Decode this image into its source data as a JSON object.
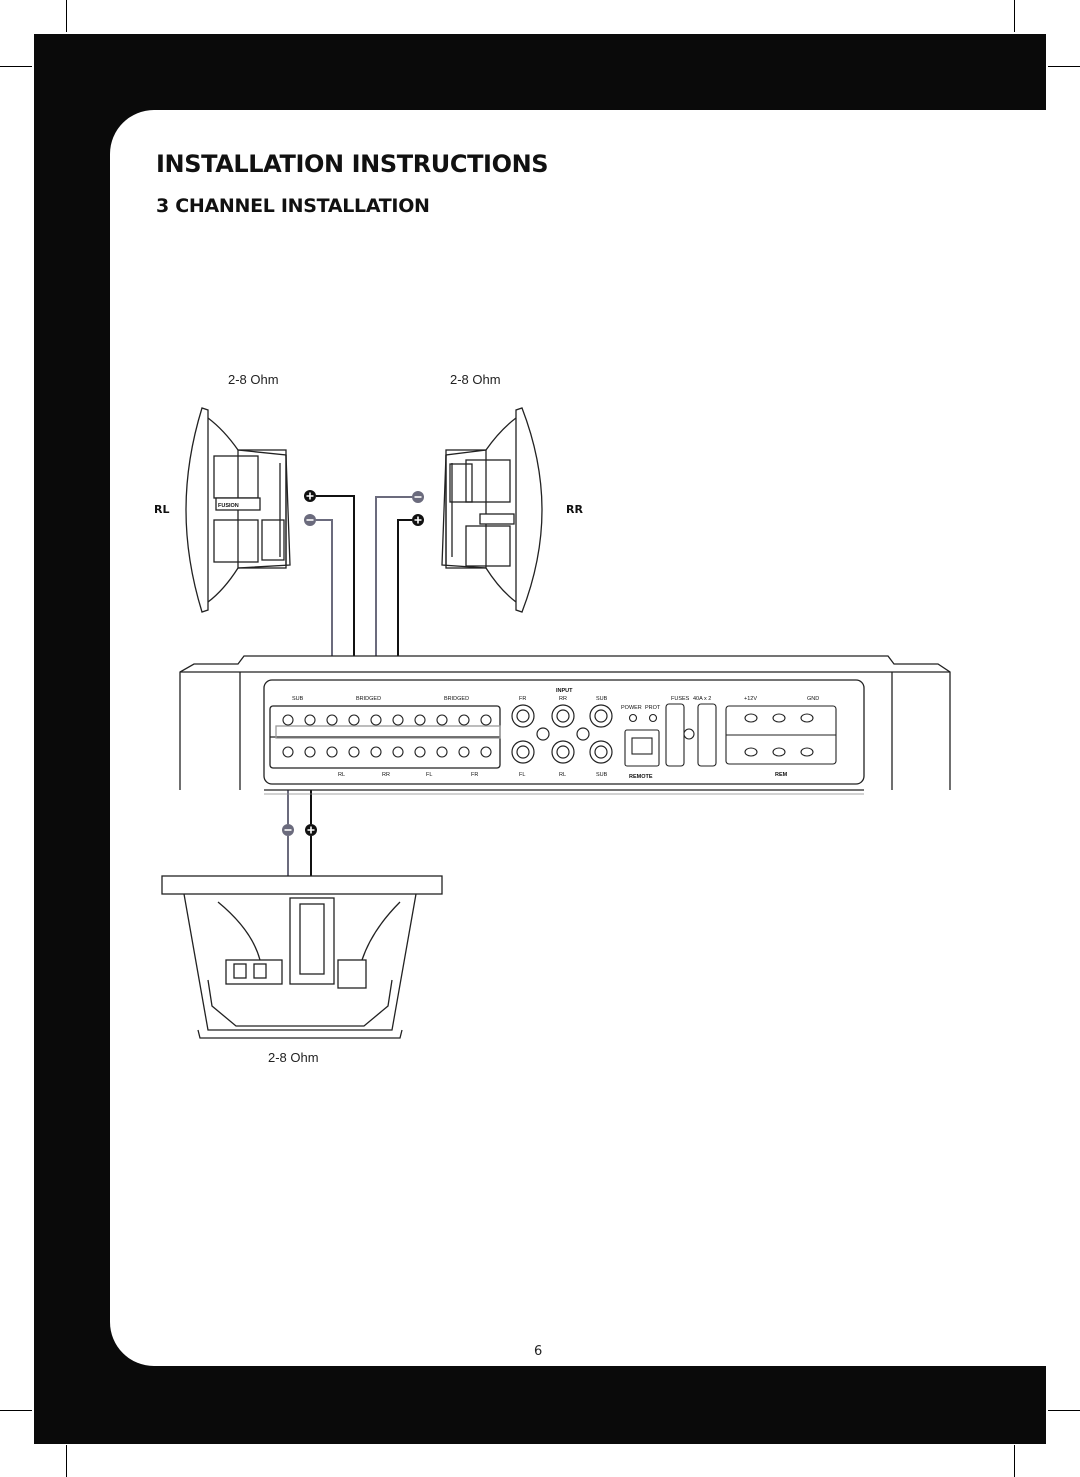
{
  "heading": {
    "title": "INSTALLATION INSTRUCTIONS",
    "subtitle": "3 CHANNEL INSTALLATION"
  },
  "diagram": {
    "impedance_left": "2-8 Ohm",
    "impedance_right": "2-8 Ohm",
    "impedance_sub": "2-8 Ohm",
    "speaker_left_label": "RL",
    "speaker_right_label": "RR",
    "brand_mark": "FUSION",
    "amplifier": {
      "top_labels": {
        "sub": "SUB",
        "bridged_1": "BRIDGED",
        "bridged_2": "BRIDGED",
        "input": "INPUT",
        "fr": "FR",
        "rr": "RR",
        "sub_rca": "SUB",
        "power": "POWER",
        "prot": "PROT",
        "fuses": "FUSES",
        "fuse_rating": "40A x 2",
        "plus12v": "+12V",
        "gnd": "GND"
      },
      "bottom_labels": {
        "rl": "RL",
        "rr": "RR",
        "fl": "FL",
        "fr": "FR",
        "fl_rca": "FL",
        "rl_rca": "RL",
        "sub_rca": "SUB",
        "remote": "REMOTE",
        "rem": "REM"
      }
    }
  },
  "page_number": "6",
  "colors": {
    "frame": "#0a0a0a",
    "wire_positive": "#111111",
    "wire_negative": "#6b6b7d"
  }
}
